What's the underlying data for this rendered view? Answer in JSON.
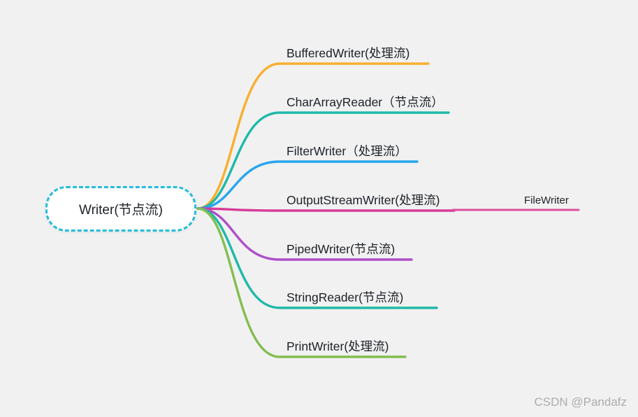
{
  "page": {
    "background_color": "#f1f1f1"
  },
  "root": {
    "label": "Writer(节点流)",
    "border_color": "#25bcd9",
    "fill_color": "#ffffff",
    "text_color": "#1d2127"
  },
  "branches": [
    {
      "label": "BufferedWriter(处理流)",
      "color": "#f7af2f"
    },
    {
      "label": "CharArrayReader（节点流）",
      "color": "#1fb9a9"
    },
    {
      "label": "FilterWriter（处理流）",
      "color": "#27a5ee"
    },
    {
      "label": "OutputStreamWriter(处理流)",
      "color": "#d63c98",
      "child": {
        "label": "FileWriter",
        "color": "#e0519e"
      }
    },
    {
      "label": "PipedWriter(节点流)",
      "color": "#ae4ec9"
    },
    {
      "label": "StringReader(节点流)",
      "color": "#1fb9a9"
    },
    {
      "label": "PrintWriter(处理流)",
      "color": "#82be50"
    }
  ],
  "watermark": {
    "text": "CSDN @Pandafz",
    "color": "#adadad"
  }
}
